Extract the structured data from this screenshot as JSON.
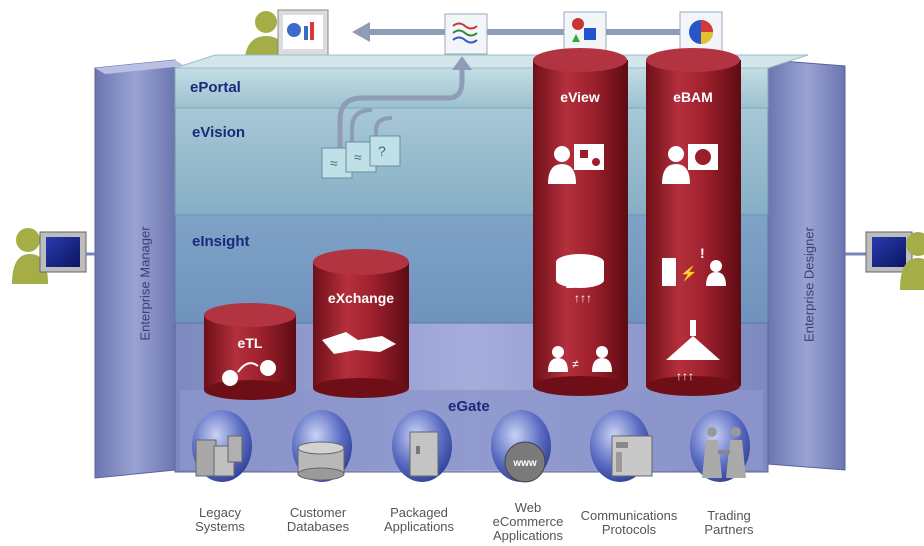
{
  "diagram": {
    "layers": {
      "eportal": "ePortal",
      "evision": "eVision",
      "einsight": "eInsight",
      "egate": "eGate"
    },
    "cylinders": {
      "etl": "eTL",
      "exchange": "eXchange",
      "eview": "eView",
      "ebam": "eBAM"
    },
    "side_panels": {
      "left": "Enterprise Manager",
      "right": "Enterprise Designer"
    },
    "sources": [
      {
        "line1": "Legacy",
        "line2": "Systems",
        "line3": ""
      },
      {
        "line1": "Customer",
        "line2": "Databases",
        "line3": ""
      },
      {
        "line1": "Packaged",
        "line2": "Applications",
        "line3": ""
      },
      {
        "line1": "Web",
        "line2": "eCommerce",
        "line3": "Applications"
      },
      {
        "line1": "Communications",
        "line2": "Protocols",
        "line3": ""
      },
      {
        "line1": "Trading",
        "line2": "Partners",
        "line3": ""
      }
    ],
    "web_icon_text": "www",
    "colors": {
      "frame": "#8a96c8",
      "layer_top": "#a9c9d6",
      "layer_mid": "#7fa7c4",
      "layer_low": "#8fb0cf",
      "cylinder": "#9b1e2a",
      "text_dark": "#1a2a7a"
    }
  }
}
